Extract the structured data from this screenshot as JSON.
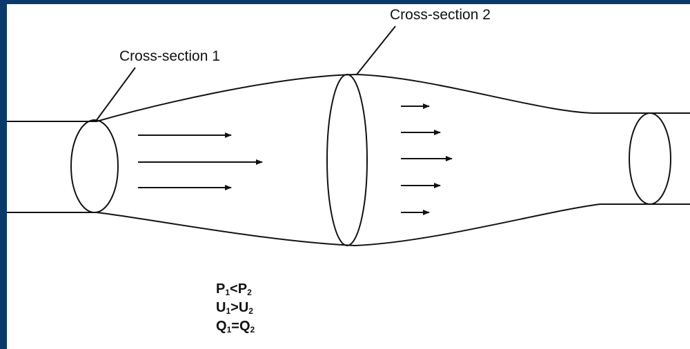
{
  "labels": {
    "cross_section_1": "Cross-section 1",
    "cross_section_2": "Cross-section 2"
  },
  "equations": [
    {
      "a": "P",
      "a_sub": "1",
      "op": "<",
      "b": "P",
      "b_sub": "2"
    },
    {
      "a": "U",
      "a_sub": "1",
      "op": ">",
      "b": "U",
      "b_sub": "2"
    },
    {
      "a": "Q",
      "a_sub": "1",
      "op": "=",
      "b": "Q",
      "b_sub": "2"
    }
  ],
  "colors": {
    "border": "#0a3a6b",
    "ink": "#111111",
    "background": "#ffffff"
  }
}
